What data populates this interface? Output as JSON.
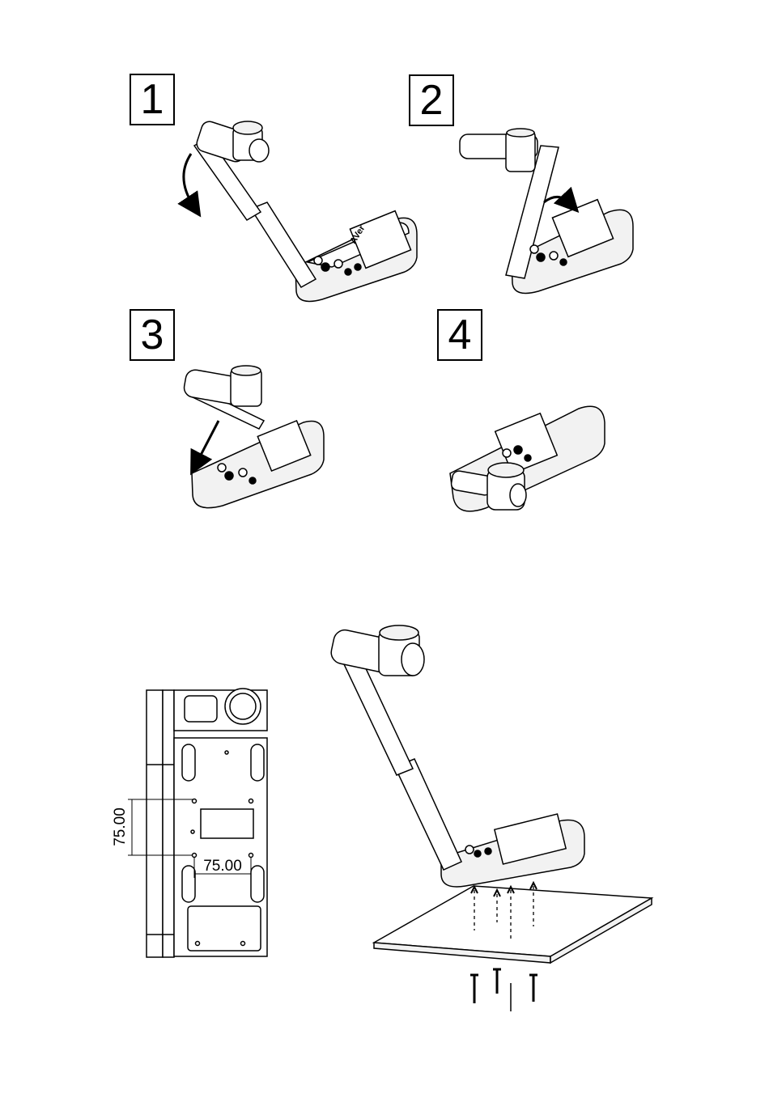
{
  "steps": [
    {
      "number": "1"
    },
    {
      "number": "2"
    },
    {
      "number": "3"
    },
    {
      "number": "4"
    }
  ],
  "logo_text": "AVer",
  "dimensions": {
    "vertical_label": "75.00",
    "horizontal_label": "75.00"
  },
  "colors": {
    "line": "#000000",
    "background": "#ffffff",
    "fill_light": "#f2f2f2",
    "fill_mid": "#d9d9d9"
  }
}
